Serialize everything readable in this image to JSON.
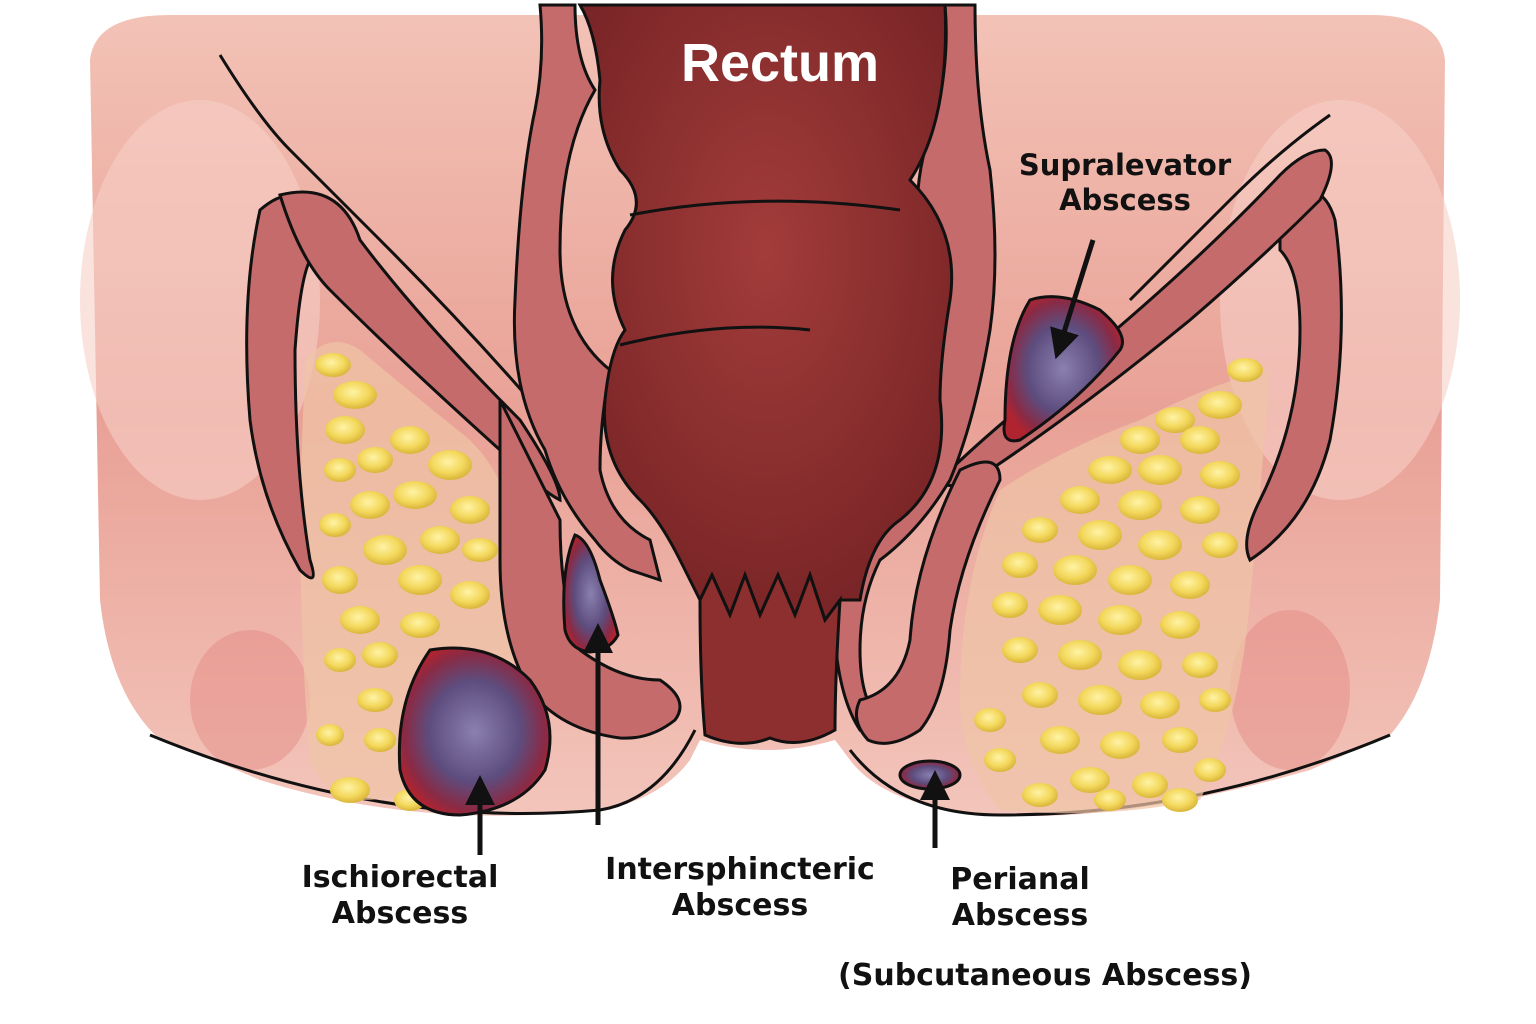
{
  "title": "Rectum",
  "labels": {
    "supralevator": {
      "line1": "Supralevator",
      "line2": "Abscess"
    },
    "ischiorectal": {
      "line1": "Ischiorectal",
      "line2": "Abscess"
    },
    "intersphincteric": {
      "line1": "Intersphincteric",
      "line2": "Abscess"
    },
    "perianal": {
      "line1": "Perianal",
      "line2": "Abscess"
    },
    "subcutaneous": "(Subcutaneous Abscess)"
  },
  "colors": {
    "skin": "#eaa39a",
    "skin_light": "#f6cfc6",
    "rectum": "#8e2f2f",
    "muscle": "#c56b6b",
    "fat": "#f1d75a",
    "abscess_rim": "#b0242f",
    "abscess_core": "#6a5b8c",
    "outline": "#111111"
  },
  "icons": [
    "arrow-icon"
  ]
}
